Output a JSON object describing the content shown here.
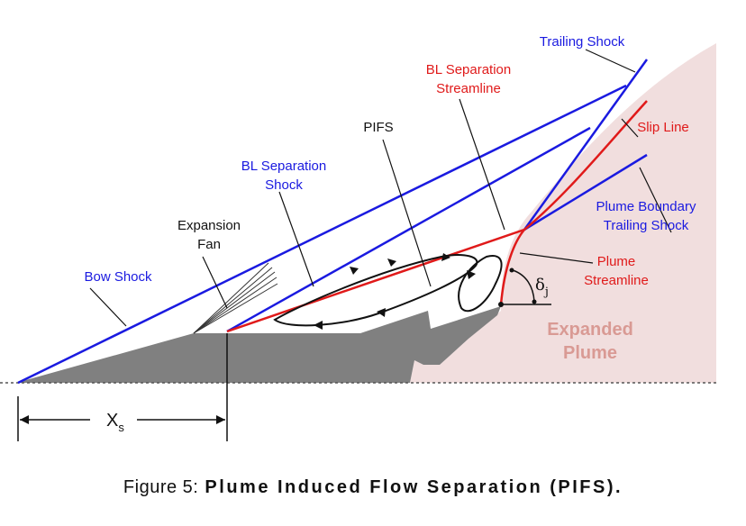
{
  "labels": {
    "trailing_shock": "Trailing Shock",
    "bl_sep_streamline_1": "BL Separation",
    "bl_sep_streamline_2": "Streamline",
    "slip_line": "Slip Line",
    "pifs": "PIFS",
    "bl_sep_shock_1": "BL Separation",
    "bl_sep_shock_2": "Shock",
    "plume_boundary_1": "Plume Boundary",
    "plume_boundary_2": "Trailing Shock",
    "expansion_1": "Expansion",
    "expansion_2": "Fan",
    "bow_shock": "Bow Shock",
    "plume_streamline_1": "Plume",
    "plume_streamline_2": "Streamline",
    "delta": "δ",
    "delta_sub": "j",
    "expanded_plume_1": "Expanded",
    "expanded_plume_2": "Plume",
    "xs": "X",
    "xs_sub": "s"
  },
  "caption": {
    "prefix": "Figure 5:",
    "title": "Plume Induced Flow Separation (PIFS)."
  },
  "colors": {
    "shock": "#1a1ae0",
    "streamline": "#e01a1a",
    "body": "#808080",
    "plume": "#f1dede"
  }
}
